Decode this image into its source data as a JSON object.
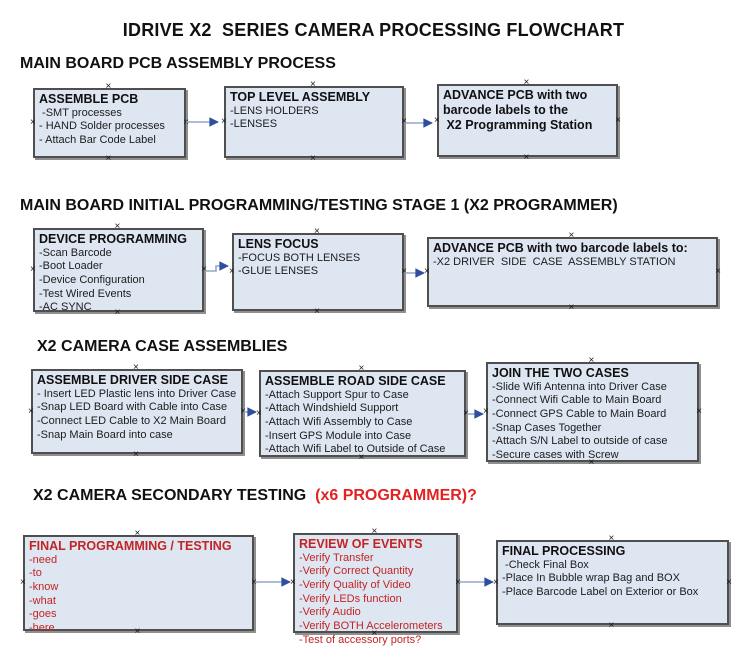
{
  "title": "IDRIVE X2  SERIES CAMERA PROCESSING FLOWCHART",
  "icons": {
    "connection_point_glyph": "×"
  },
  "colors": {
    "box_fill": "#dee6f2",
    "box_border": "#4f4f4f",
    "arrow_line": "#93a5c6",
    "arrow_head": "#2f4e9e",
    "red_text": "#c32424",
    "heading_red": "#e32222"
  },
  "sections": [
    {
      "heading": "MAIN BOARD PCB ASSEMBLY PROCESS",
      "boxes": [
        {
          "title_lines": [
            "ASSEMBLE PCB"
          ],
          "items": [
            " -SMT processes",
            "- HAND Solder processes",
            "- Attach Bar Code Label"
          ]
        },
        {
          "title_lines": [
            "TOP LEVEL ASSEMBLY"
          ],
          "items": [
            "-LENS HOLDERS",
            "-LENSES"
          ]
        },
        {
          "title_lines": [
            "ADVANCE PCB with two",
            "barcode labels to the",
            " X2 Programming Station"
          ],
          "items": []
        }
      ]
    },
    {
      "heading": "MAIN BOARD INITIAL PROGRAMMING/TESTING STAGE 1 (X2 PROGRAMMER)",
      "boxes": [
        {
          "title_lines": [
            "DEVICE PROGRAMMING"
          ],
          "items": [
            "-Scan Barcode",
            "-Boot Loader",
            "-Device Configuration",
            "-Test Wired Events",
            "-AC SYNC"
          ]
        },
        {
          "title_lines": [
            "LENS FOCUS"
          ],
          "items": [
            "-FOCUS BOTH LENSES",
            "-GLUE LENSES"
          ]
        },
        {
          "title_lines": [
            "ADVANCE PCB with two barcode labels to:"
          ],
          "items": [
            "-X2 DRIVER  SIDE  CASE  ASSEMBLY STATION"
          ]
        }
      ]
    },
    {
      "heading": "X2 CAMERA CASE ASSEMBLIES",
      "boxes": [
        {
          "title_lines": [
            "ASSEMBLE DRIVER SIDE CASE"
          ],
          "items": [
            "- Insert LED Plastic lens into Driver Case",
            "-Snap LED Board with Cable into Case",
            "-Connect LED Cable to X2 Main Board",
            "-Snap Main Board into case"
          ]
        },
        {
          "title_lines": [
            "ASSEMBLE ROAD SIDE CASE"
          ],
          "items": [
            "-Attach Support Spur to Case",
            "-Attach Windshield Support",
            "-Attach Wifi Assembly to Case",
            "-Insert GPS Module into Case",
            "-Attach Wifi Label to Outside of Case"
          ]
        },
        {
          "title_lines": [
            "JOIN THE TWO CASES"
          ],
          "items": [
            "-Slide Wifi Antenna into Driver Case",
            "-Connect Wifi Cable to Main Board",
            "-Connect GPS Cable to Main Board",
            "-Snap Cases Together",
            "-Attach S/N Label to outside of case",
            "-Secure cases with Screw"
          ]
        }
      ]
    },
    {
      "heading": "X2 CAMERA SECONDARY TESTING ",
      "heading_red": " (x6 PROGRAMMER)?",
      "boxes": [
        {
          "title_lines": [
            "FINAL PROGRAMMING / TESTING"
          ],
          "items": [
            "-need",
            "-to",
            "-know",
            "-what",
            "-goes",
            "-here"
          ]
        },
        {
          "title_lines": [
            "REVIEW OF EVENTS"
          ],
          "items": [
            "-Verify Transfer",
            "-Verify Correct Quantity",
            "-Verify Quality of Video",
            "-Verify LEDs function",
            "-Verify Audio",
            "-Verify BOTH Accelerometers",
            "-Test of accessory ports?"
          ]
        },
        {
          "title_lines": [
            "FINAL PROCESSING"
          ],
          "items": [
            " -Check Final Box",
            "-Place In Bubble wrap Bag and BOX",
            "-Place Barcode Label on Exterior or Box"
          ]
        }
      ]
    }
  ]
}
